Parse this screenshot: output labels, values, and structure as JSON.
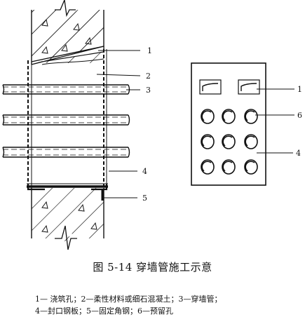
{
  "callouts": {
    "left_1": "1",
    "left_2": "2",
    "left_3": "3",
    "left_4": "4",
    "left_5": "5",
    "right_1": "1",
    "right_6": "6",
    "right_4": "4"
  },
  "caption": "图  5-14  穿墙管施工示意",
  "legend": {
    "line1": "1— 浇筑孔；2—柔性材料或细石混凝土；3—穿墙管；",
    "line2": "4—封口钢板；5—固定角钢；6—预留孔"
  },
  "colors": {
    "ink": "#111111",
    "background": "#ffffff"
  }
}
